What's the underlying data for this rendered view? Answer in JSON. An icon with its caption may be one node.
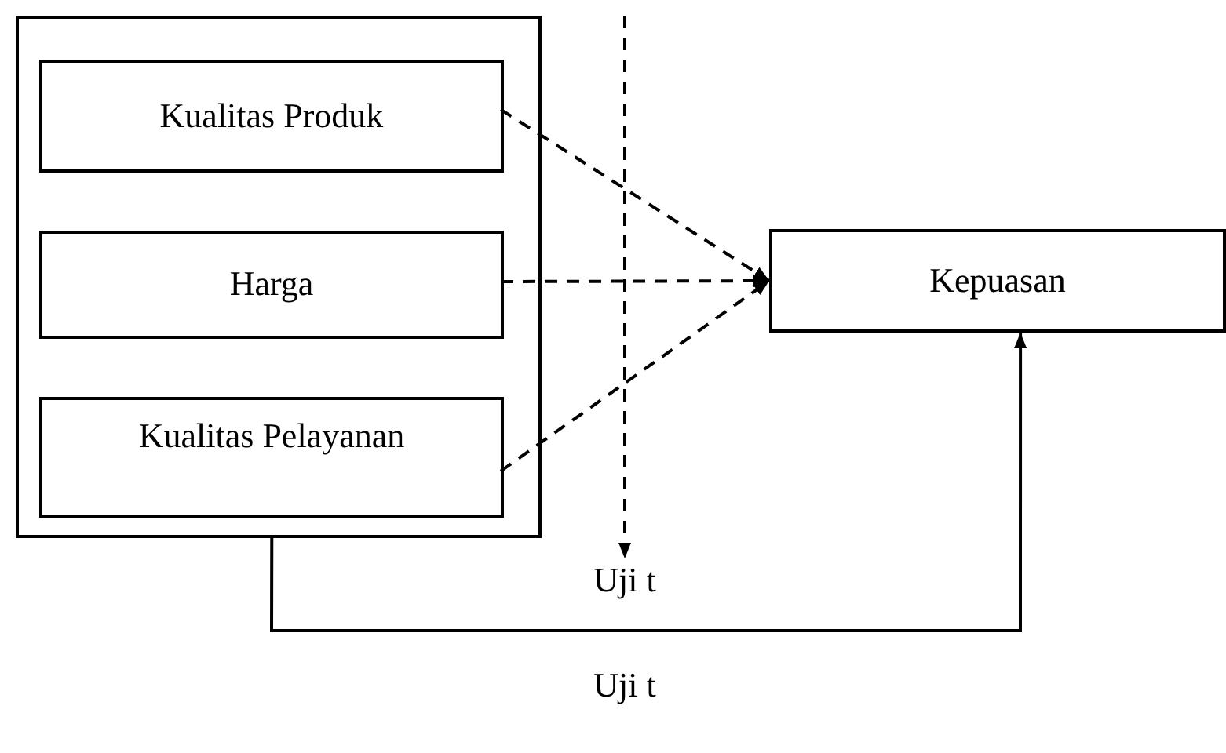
{
  "diagram": {
    "nodes": [
      {
        "text": [],
        "shape": "box"
      },
      {
        "text": [
          "Kualitas Produk"
        ],
        "in": 0
      },
      {
        "text": [
          "Harga"
        ],
        "in": 0
      },
      {
        "text": [
          "Kualitas Pelayanan"
        ],
        "in": 0
      },
      {
        "text": [
          "Kepuasan"
        ]
      },
      {
        "text": [
          "Uji t"
        ]
      }
    ],
    "edges": [
      {
        "from": 1,
        "to": 4,
        "arrow": "to",
        "style": "dashed"
      },
      {
        "from": 2,
        "to": 4,
        "arrow": "to",
        "style": "dashed"
      },
      {
        "from": 3,
        "to": 4,
        "arrow": "to",
        "style": "dashed"
      },
      {
        "from": null,
        "to": 5,
        "arrow": "to",
        "style": "dashed"
      },
      {
        "from": 0,
        "to": 4,
        "arrow": "to",
        "label": "Uji t"
      }
    ]
  }
}
